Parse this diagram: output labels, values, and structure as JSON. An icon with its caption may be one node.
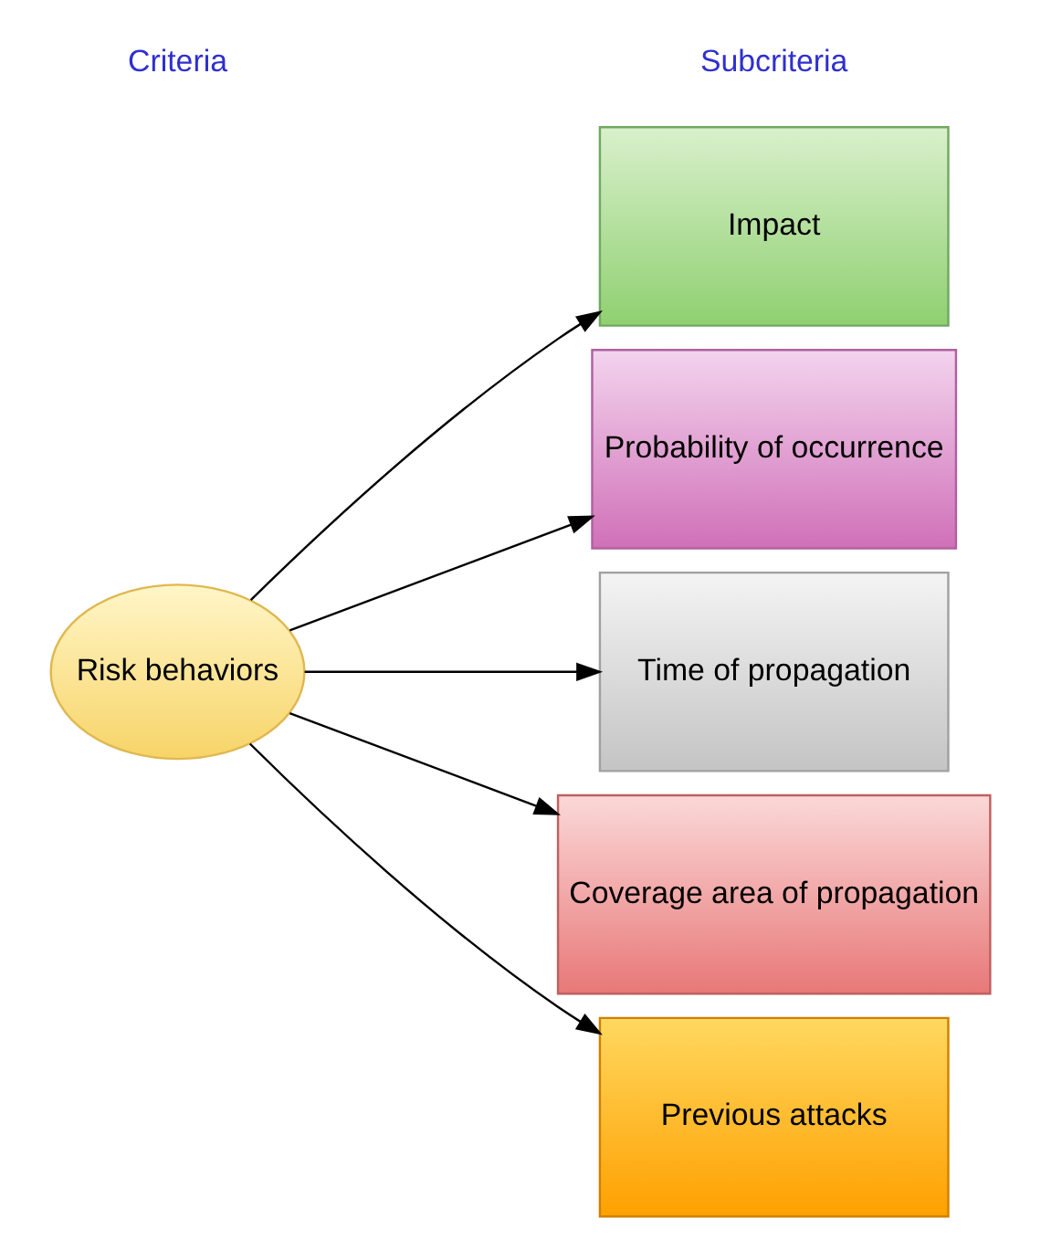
{
  "diagram": {
    "nodes": [
      {
        "text": [
          "Risk behaviors"
        ]
      },
      {
        "text": [
          "Impact"
        ]
      },
      {
        "text": [
          "Probability of occurrence"
        ]
      },
      {
        "text": [
          "Time of propagation"
        ]
      },
      {
        "text": [
          "Coverage area of propagation"
        ]
      },
      {
        "text": [
          "Previous attacks"
        ]
      }
    ],
    "edges": [
      {
        "from": 0,
        "to": 1,
        "arrow": "to"
      },
      {
        "from": 0,
        "to": 2,
        "arrow": "to"
      },
      {
        "from": 0,
        "to": 3,
        "arrow": "to"
      },
      {
        "from": 0,
        "to": 4,
        "arrow": "to"
      },
      {
        "from": 0,
        "to": 5,
        "arrow": "to"
      }
    ],
    "labels": [
      "Criteria",
      "Subcriteria"
    ]
  }
}
